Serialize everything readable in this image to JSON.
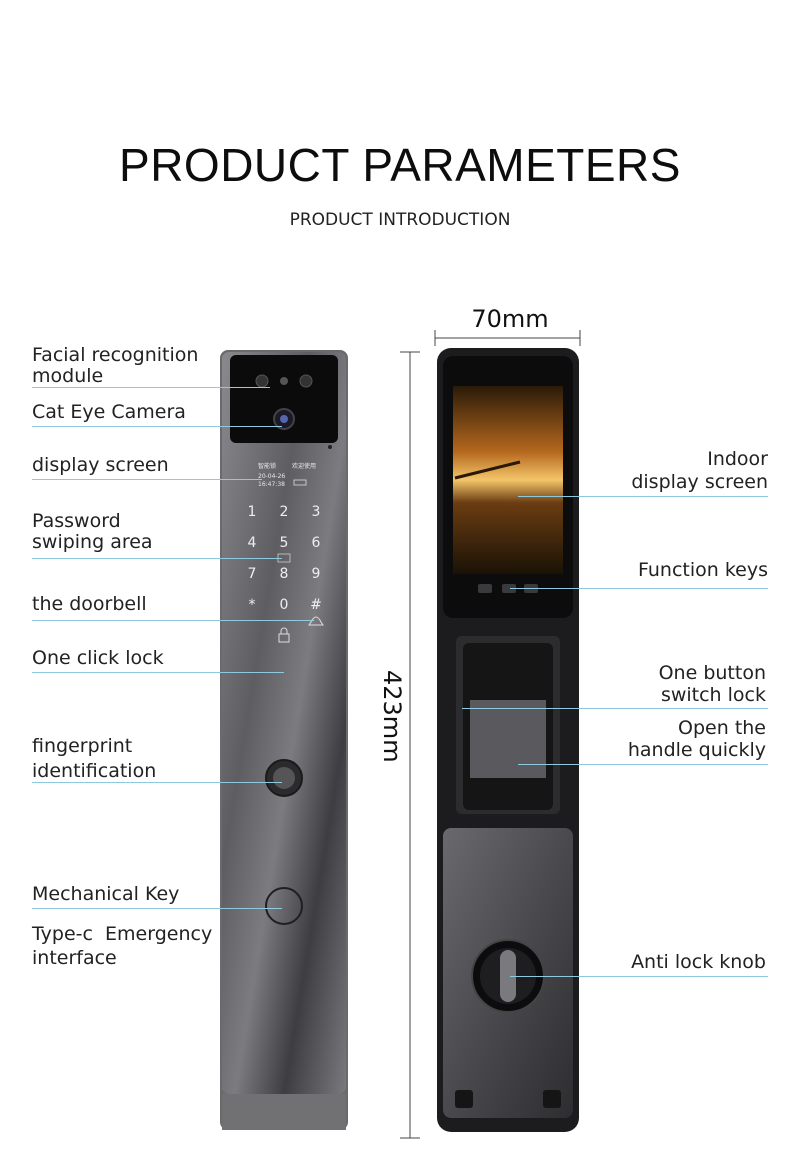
{
  "header": {
    "title": "PRODUCT PARAMETERS",
    "subtitle": "PRODUCT INTRODUCTION"
  },
  "dimensions": {
    "width": "70mm",
    "height": "423mm"
  },
  "left_labels": [
    "Facial recognition\nmodule",
    "Cat Eye Camera",
    "display screen",
    "Password\nswiping area",
    "the doorbell",
    "One click lock",
    "fingerprint\nidentification",
    "Mechanical Key",
    "Type-c  Emergency\ninterface"
  ],
  "right_labels": [
    "Indoor\ndisplay screen",
    "Function keys",
    "One button\nswitch lock",
    "Open the\nhandle quickly",
    "Anti lock knob"
  ],
  "screen_readout": {
    "status_left": "智能锁",
    "status_right": "欢迎使用",
    "date": "20-04-26",
    "time": "16:47:38"
  },
  "keypad": [
    "1",
    "2",
    "3",
    "4",
    "5",
    "6",
    "7",
    "8",
    "9",
    "*",
    "0",
    "#"
  ],
  "colors": {
    "accent_line": "#8fc9df",
    "front_body": "#6f6f72",
    "back_body": "#2a2a2c"
  },
  "icons": {
    "doorbell": "bell-icon",
    "lock": "padlock-icon",
    "camera": "camera-icon",
    "fingerprint": "fingerprint-sensor-icon",
    "keyhole": "keyhole-icon"
  }
}
